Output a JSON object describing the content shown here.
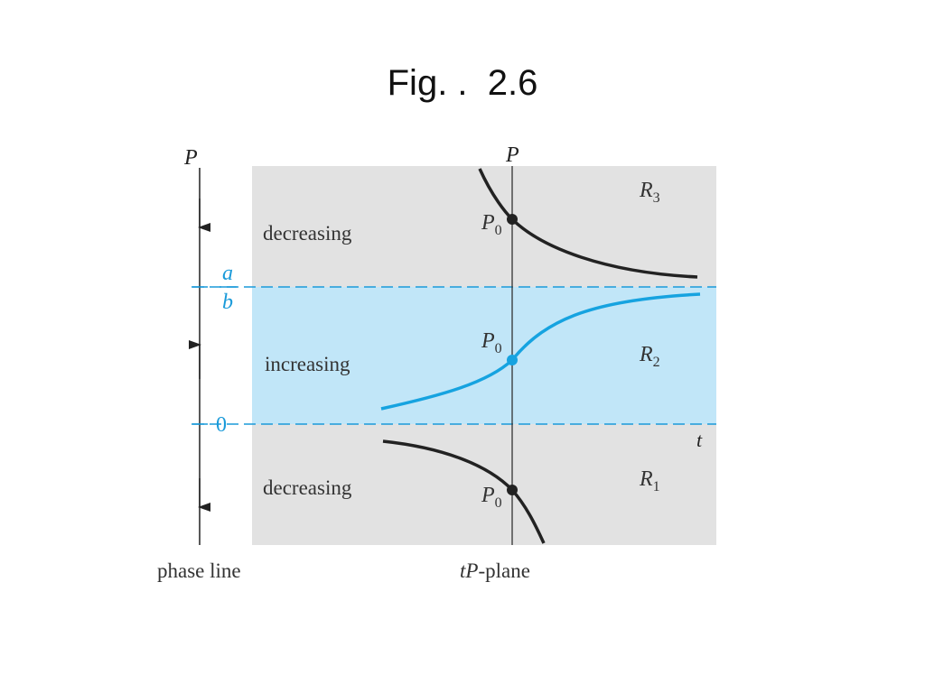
{
  "slide": {
    "title": "Fig. .  2.6"
  },
  "phase_line": {
    "axis_label": "P",
    "upper_equilibrium": {
      "numerator": "a",
      "denominator": "b"
    },
    "lower_equilibrium": "0",
    "caption": "phase line"
  },
  "plane": {
    "vertical_axis_label": "P",
    "horizontal_axis_label": "t",
    "caption_italic": "tP",
    "caption_rest": "-plane",
    "regions": [
      {
        "behaviour": "decreasing",
        "name": "R",
        "sub": "3"
      },
      {
        "behaviour": "increasing",
        "name": "R",
        "sub": "2"
      },
      {
        "behaviour": "decreasing",
        "name": "R",
        "sub": "1"
      }
    ],
    "initial_point": {
      "name": "P",
      "sub": "0"
    }
  },
  "colors": {
    "gray_region": "#e2e2e2",
    "blue_region": "#c1e6f8",
    "equilibrium_dash": "#1a9ad9",
    "increasing_curve": "#16a3e0",
    "black_curve": "#222222"
  }
}
